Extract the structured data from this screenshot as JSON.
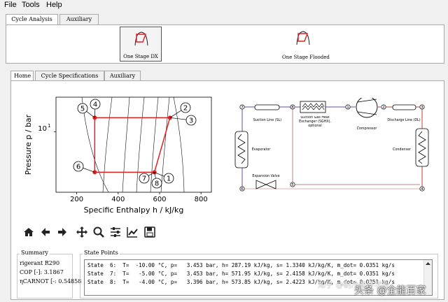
{
  "menu": [
    "File",
    "Tools",
    "Help"
  ],
  "top_tabs": [
    "Cycle Analysis",
    "Auxiliary"
  ],
  "cycles": [
    "One Stage DX",
    "One Stage Flooded"
  ],
  "sub_tabs": [
    "Home",
    "Cycle Specifications",
    "Auxiliary"
  ],
  "chart_data": {
    "type": "line",
    "xlabel": "Specific Enthalpy h / kJ/kg",
    "ylabel": "Pressure p / bar",
    "x_ticks": [
      "200",
      "400",
      "600",
      "800"
    ],
    "y_ticks": [
      "10^1"
    ],
    "xlim": [
      100,
      850
    ],
    "ylim": [
      2,
      25
    ],
    "y_scale": "log",
    "series": [
      {
        "points": [
          [
            287,
            14.5
          ],
          [
            650,
            14.5
          ],
          [
            575,
            3.4
          ],
          [
            287,
            3.4
          ],
          [
            287,
            14.5
          ]
        ]
      }
    ],
    "state_labels": [
      "1",
      "2",
      "3",
      "4",
      "5",
      "6",
      "7",
      "8"
    ],
    "accent_color": "#e02020"
  },
  "diagram": {
    "nodes": [
      "7",
      "8",
      "1",
      "2",
      "3",
      "4",
      "5",
      "6"
    ],
    "components": [
      {
        "name": "suction-line",
        "label": "Suction Line (SL)"
      },
      {
        "name": "sghx",
        "label": "Suction Gas Heat Exchanger (SGHX), optional"
      },
      {
        "name": "compressor",
        "label": "Compressor"
      },
      {
        "name": "discharge-line",
        "label": "Discharge Line (DL)"
      },
      {
        "name": "evaporator",
        "label": "Evaporator"
      },
      {
        "name": "condenser",
        "label": "Condenser"
      },
      {
        "name": "expansion-valve",
        "label": "Expansion Valve"
      }
    ]
  },
  "summary": {
    "title": "Summary",
    "refrigerant": "rigerant R290",
    "cop": "COP [-]: 3.1867",
    "carnot": "ηCARNOT [-: 0.54858"
  },
  "state_points": {
    "title": "State Points",
    "lines": [
      "State  6:  T=  -10.00 °C, p=   3.453 bar, h= 287.19 kJ/kg, s= 1.3340 kJ/kg/K, m_dot= 0.0351 kg/s",
      "State  7:  T=   -5.00 °C, p=   3.453 bar, h= 571.95 kJ/kg, s= 2.4158 kJ/kg/K, m_dot= 0.0351 kg/s",
      "State  8:  T=   -4.00 °C, p=   3.396 bar, h= 573.85 kJ/kg, s= 2.4223 kJ/kg/K, m_dot= 0.0351 kg/s"
    ]
  },
  "watermark": {
    "line1": "知乎 @制冷循环学徒",
    "line2": "头条 @全能百家"
  }
}
